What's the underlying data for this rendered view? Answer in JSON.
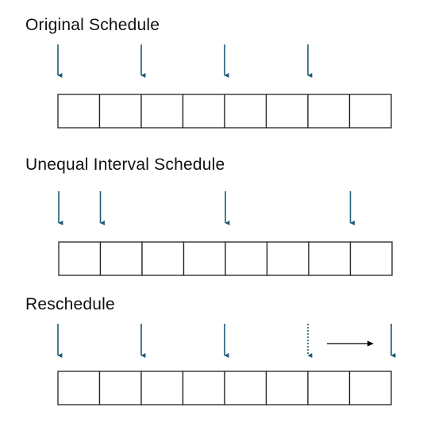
{
  "colors": {
    "arrow": "#1c5a73",
    "box_stroke": "#222222",
    "shift_arrow": "#000000"
  },
  "sections": [
    {
      "title": "Original Schedule",
      "slots": 8,
      "arrows": [
        {
          "slot": 0,
          "style": "solid"
        },
        {
          "slot": 2,
          "style": "solid"
        },
        {
          "slot": 4,
          "style": "solid"
        },
        {
          "slot": 6,
          "style": "solid"
        }
      ]
    },
    {
      "title": "Unequal Interval Schedule",
      "slots": 8,
      "arrows": [
        {
          "slot": 0,
          "style": "solid"
        },
        {
          "slot": 1,
          "style": "solid"
        },
        {
          "slot": 4,
          "style": "solid"
        },
        {
          "slot": 7,
          "style": "solid"
        }
      ]
    },
    {
      "title": "Reschedule",
      "slots": 8,
      "arrows": [
        {
          "slot": 0,
          "style": "solid"
        },
        {
          "slot": 2,
          "style": "solid"
        },
        {
          "slot": 4,
          "style": "solid"
        },
        {
          "slot": 6,
          "style": "dotted"
        },
        {
          "slot": 8,
          "style": "solid"
        }
      ],
      "shift": {
        "from_slot": 6,
        "to_slot": 8
      }
    }
  ]
}
